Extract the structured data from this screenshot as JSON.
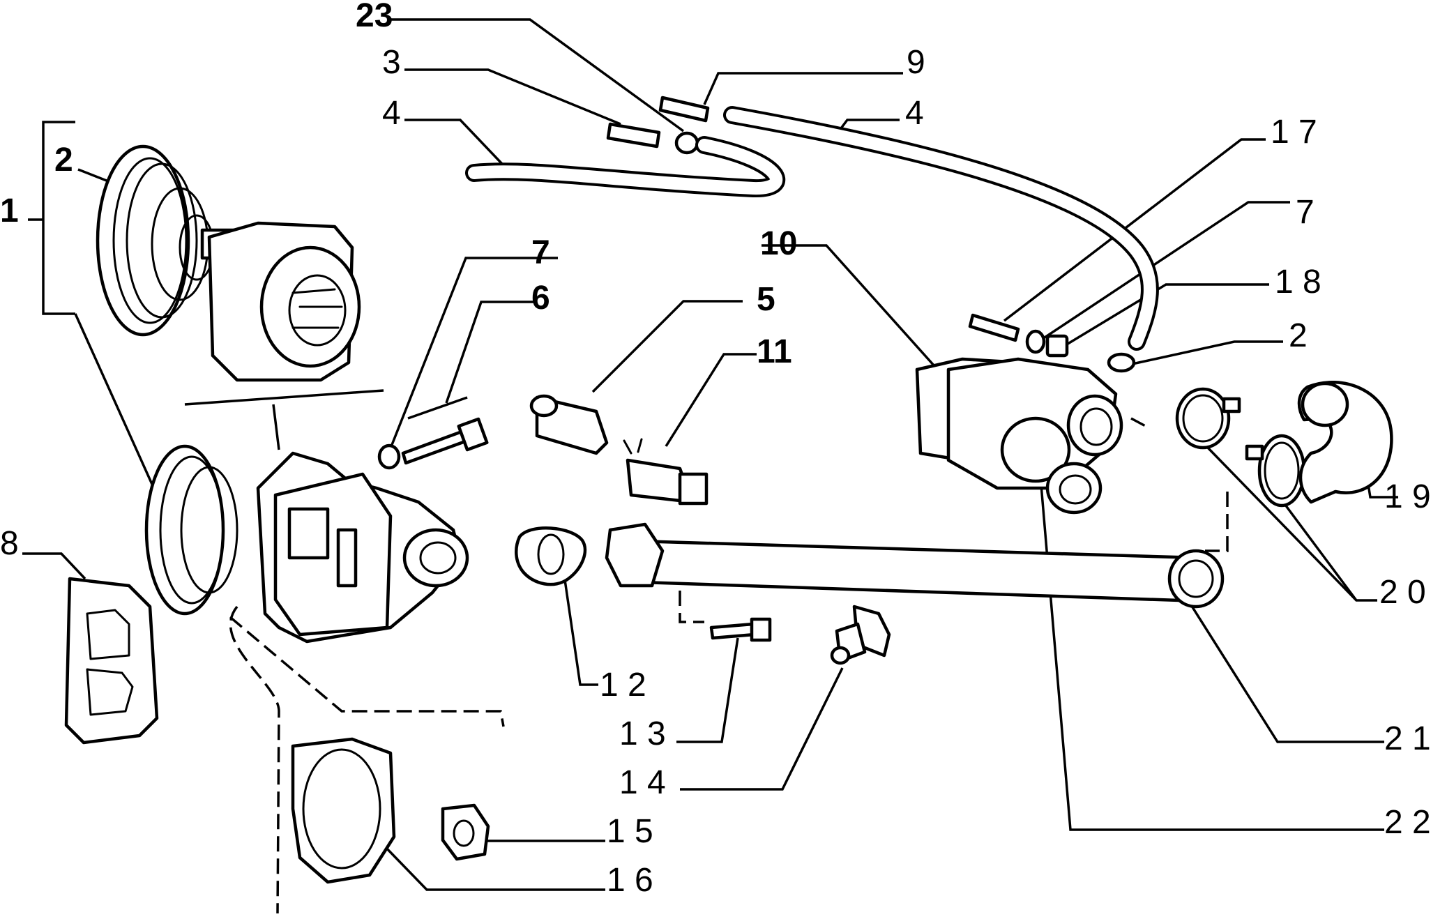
{
  "diagram": {
    "callouts": [
      {
        "id": "c1",
        "text": "1",
        "bold": true
      },
      {
        "id": "c2a",
        "text": "2",
        "bold": true
      },
      {
        "id": "c23",
        "text": "23",
        "bold": true
      },
      {
        "id": "c3",
        "text": "3",
        "bold": false
      },
      {
        "id": "c4a",
        "text": "4",
        "bold": false
      },
      {
        "id": "c9",
        "text": "9",
        "bold": false
      },
      {
        "id": "c4b",
        "text": "4",
        "bold": false
      },
      {
        "id": "c17",
        "text": "1 7",
        "bold": false
      },
      {
        "id": "c7b",
        "text": "7",
        "bold": false
      },
      {
        "id": "c18",
        "text": "1 8",
        "bold": false
      },
      {
        "id": "c2b",
        "text": "2",
        "bold": false
      },
      {
        "id": "c10",
        "text": "10",
        "bold": true
      },
      {
        "id": "c7a",
        "text": "7",
        "bold": true
      },
      {
        "id": "c6",
        "text": "6",
        "bold": true
      },
      {
        "id": "c5",
        "text": "5",
        "bold": true
      },
      {
        "id": "c11",
        "text": "11",
        "bold": true
      },
      {
        "id": "c19",
        "text": "1 9",
        "bold": false
      },
      {
        "id": "c20",
        "text": "2 0",
        "bold": false
      },
      {
        "id": "c8",
        "text": "8",
        "bold": false
      },
      {
        "id": "c12",
        "text": "1 2",
        "bold": false
      },
      {
        "id": "c13",
        "text": "1 3",
        "bold": false
      },
      {
        "id": "c14",
        "text": "1 4",
        "bold": false
      },
      {
        "id": "c21",
        "text": "2 1",
        "bold": false
      },
      {
        "id": "c22",
        "text": "2 2",
        "bold": false
      },
      {
        "id": "c15",
        "text": "1 5",
        "bold": false
      },
      {
        "id": "c16",
        "text": "1 6",
        "bold": false
      }
    ]
  }
}
